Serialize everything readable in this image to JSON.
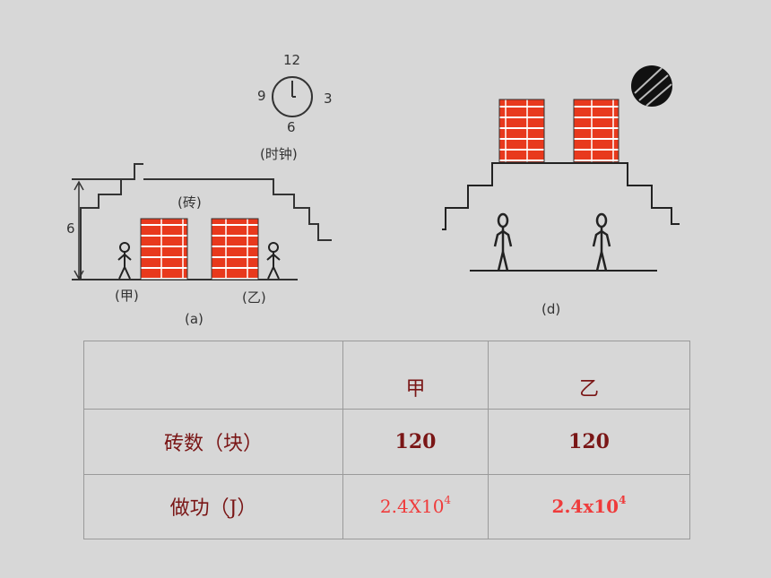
{
  "figure": {
    "clock": {
      "n12": "12",
      "n9": "9",
      "n3": "3",
      "n6": "6",
      "caption": "(时钟)"
    },
    "left": {
      "brick_label": "(砖)",
      "height_label": "6",
      "person_a": "(甲)",
      "person_b": "(乙)",
      "caption": "(a)"
    },
    "right": {
      "caption": "(d)"
    }
  },
  "table": {
    "header": {
      "col0": "",
      "col1": "甲",
      "col2": "乙"
    },
    "row1": {
      "label": "砖数（块）",
      "a": "120",
      "b": "120"
    },
    "row2": {
      "label": "做功（J）",
      "a_base": "2.4X10",
      "a_exp": "4",
      "b_base": "2.4x10",
      "b_exp": "4"
    }
  },
  "colors": {
    "brick": "#e8391d",
    "background": "#d7d7d7",
    "text_dark_red": "#7a1616",
    "text_red": "#ef3b3b"
  }
}
